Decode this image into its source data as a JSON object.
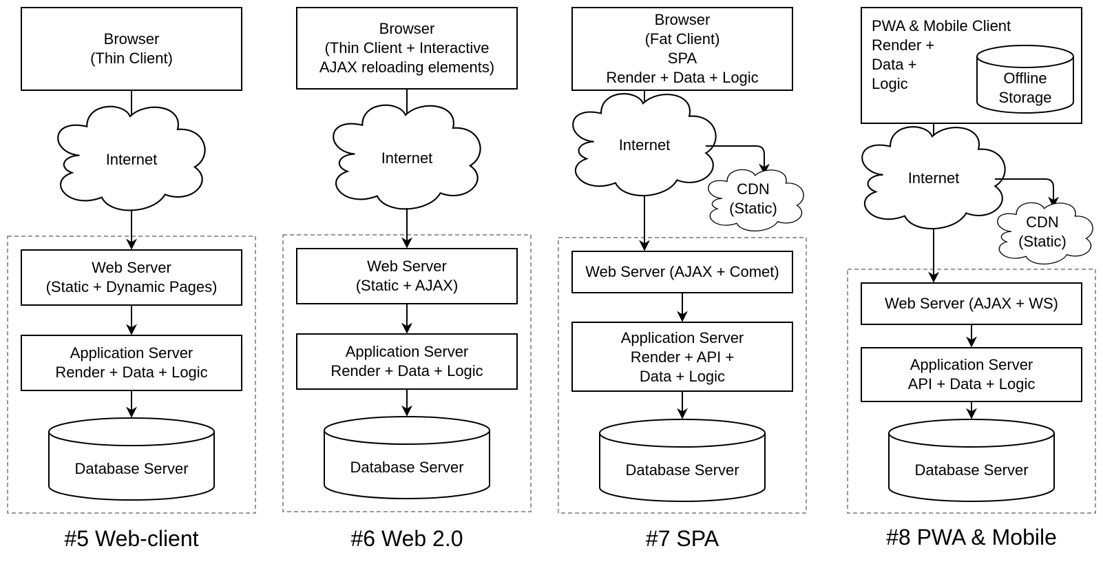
{
  "columns": [
    {
      "title": "#5 Web-client",
      "browser": [
        "Browser",
        "(Thin Client)"
      ],
      "internet": "Internet",
      "web_server": [
        "Web Server",
        "(Static + Dynamic Pages)"
      ],
      "app_server": [
        "Application Server",
        "Render + Data + Logic"
      ],
      "database": "Database Server"
    },
    {
      "title": "#6 Web 2.0",
      "browser": [
        "Browser",
        "(Thin Client + Interactive",
        "AJAX reloading elements)"
      ],
      "internet": "Internet",
      "web_server": [
        "Web Server",
        "(Static + AJAX)"
      ],
      "app_server": [
        "Application Server",
        "Render + Data + Logic"
      ],
      "database": "Database Server"
    },
    {
      "title": "#7 SPA",
      "browser": [
        "Browser",
        "(Fat Client)",
        "SPA",
        "Render + Data + Logic"
      ],
      "internet": "Internet",
      "cdn": [
        "CDN",
        "(Static)"
      ],
      "web_server": [
        "Web Server (AJAX + Comet)"
      ],
      "app_server": [
        "Application Server",
        "Render + API +",
        "Data + Logic"
      ],
      "database": "Database Server"
    },
    {
      "title": "#8 PWA & Mobile",
      "browser": [
        "PWA & Mobile Client",
        "Render +",
        "Data +",
        "Logic"
      ],
      "offline_storage": [
        "Offline",
        "Storage"
      ],
      "internet": "Internet",
      "cdn": [
        "CDN",
        "(Static)"
      ],
      "web_server": [
        "Web Server (AJAX + WS)"
      ],
      "app_server": [
        "Application Server",
        "API + Data + Logic"
      ],
      "database": "Database Server"
    }
  ]
}
